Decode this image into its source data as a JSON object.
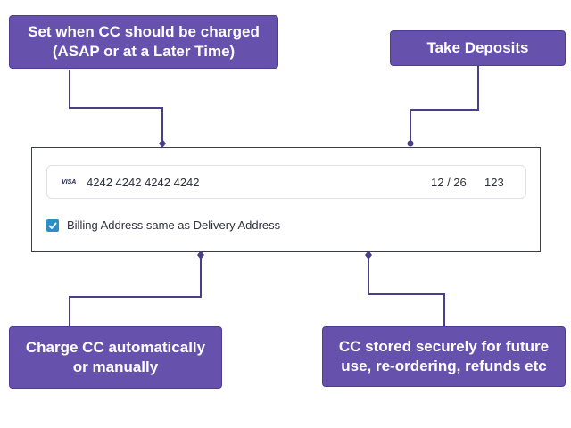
{
  "callouts": {
    "charge_timing": {
      "line1": "Set when CC should be charged",
      "line2": "(ASAP or at a Later Time)"
    },
    "deposits": {
      "line1": "Take Deposits"
    },
    "charge_mode": {
      "line1": "Charge CC automatically",
      "line2": "or manually"
    },
    "secure_storage": {
      "line1": "CC stored securely for future",
      "line2": "use, re-ordering, refunds etc"
    }
  },
  "card_form": {
    "brand": "VISA",
    "card_number": "4242 4242 4242 4242",
    "expiry": "12 / 26",
    "cvc": "123",
    "billing_checkbox_label": "Billing Address same as Delivery Address",
    "billing_checked": true
  },
  "colors": {
    "callout_bg": "#6651ad",
    "connector": "#4a3f86",
    "checkbox": "#2d8fc8",
    "frame_border": "#3a3f4f"
  },
  "icons": {
    "card_brand": "visa-logo-icon",
    "checkbox": "checkmark-icon"
  }
}
